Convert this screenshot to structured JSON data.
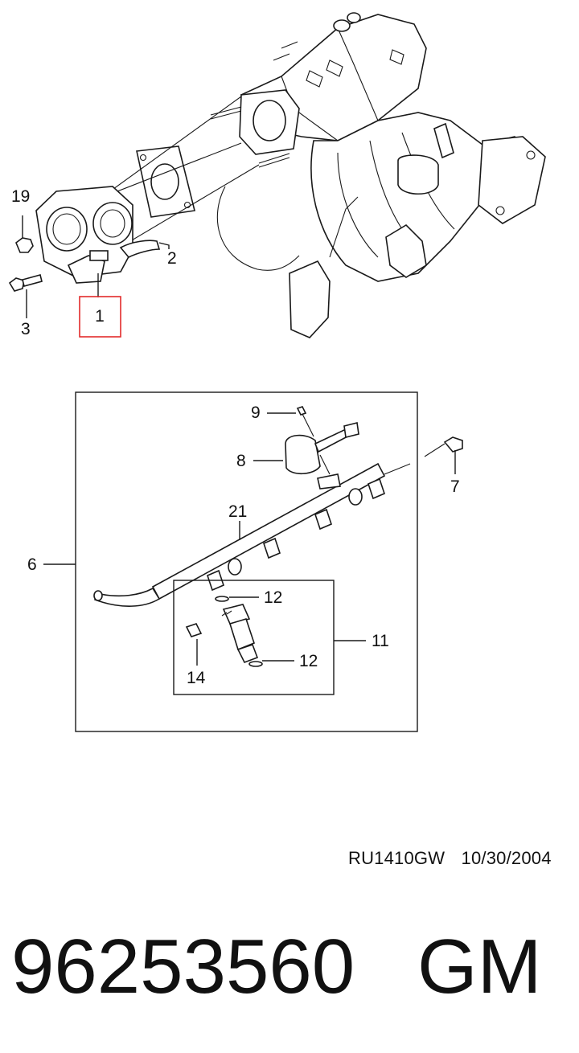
{
  "callouts": {
    "c1": "1",
    "c2": "2",
    "c3": "3",
    "c6": "6",
    "c7": "7",
    "c8": "8",
    "c9": "9",
    "c11": "11",
    "c12a": "12",
    "c12b": "12",
    "c14": "14",
    "c19": "19",
    "c21": "21"
  },
  "highlight_color": "#e32b2b",
  "drawing_code": "RU1410GW",
  "drawing_date": "10/30/2004",
  "part_number": "96253560",
  "brand": "GM"
}
